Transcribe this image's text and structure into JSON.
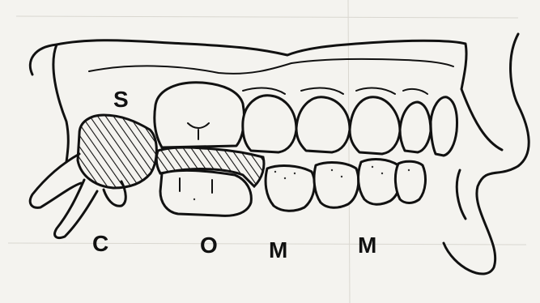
{
  "labels": {
    "s": "S",
    "c": "C",
    "o": "O",
    "m1": "M",
    "m2": "M"
  }
}
